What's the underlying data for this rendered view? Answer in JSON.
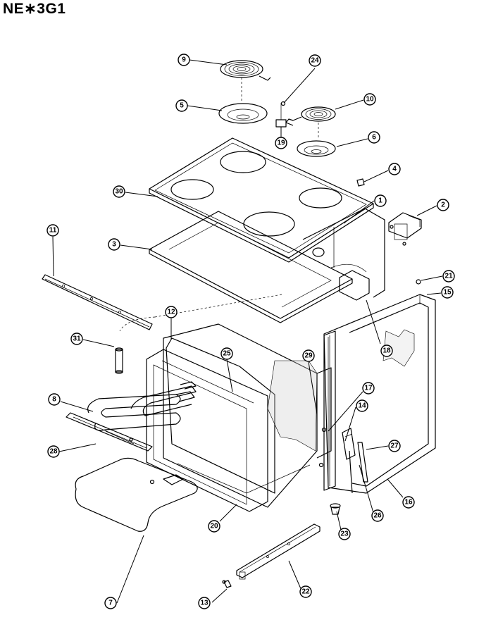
{
  "model_title": "NE∗3G1",
  "callouts": [
    {
      "id": "9",
      "label": "9"
    },
    {
      "id": "24",
      "label": "24"
    },
    {
      "id": "5",
      "label": "5"
    },
    {
      "id": "10",
      "label": "10"
    },
    {
      "id": "19",
      "label": "19"
    },
    {
      "id": "6",
      "label": "6"
    },
    {
      "id": "4",
      "label": "4"
    },
    {
      "id": "30",
      "label": "30"
    },
    {
      "id": "1",
      "label": "1"
    },
    {
      "id": "2",
      "label": "2"
    },
    {
      "id": "11",
      "label": "11"
    },
    {
      "id": "3",
      "label": "3"
    },
    {
      "id": "21",
      "label": "21"
    },
    {
      "id": "15",
      "label": "15"
    },
    {
      "id": "12",
      "label": "12"
    },
    {
      "id": "18",
      "label": "18"
    },
    {
      "id": "31",
      "label": "31"
    },
    {
      "id": "25",
      "label": "25"
    },
    {
      "id": "29",
      "label": "29"
    },
    {
      "id": "8",
      "label": "8"
    },
    {
      "id": "17",
      "label": "17"
    },
    {
      "id": "14",
      "label": "14"
    },
    {
      "id": "28",
      "label": "28"
    },
    {
      "id": "27",
      "label": "27"
    },
    {
      "id": "16",
      "label": "16"
    },
    {
      "id": "20",
      "label": "20"
    },
    {
      "id": "26",
      "label": "26"
    },
    {
      "id": "23",
      "label": "23"
    },
    {
      "id": "7",
      "label": "7"
    },
    {
      "id": "22",
      "label": "22"
    },
    {
      "id": "13",
      "label": "13"
    }
  ]
}
